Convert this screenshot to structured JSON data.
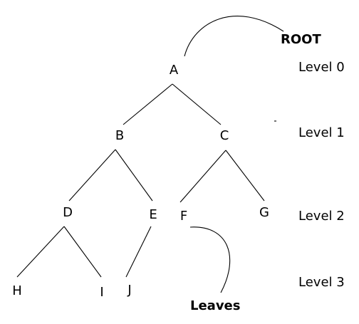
{
  "nodes": {
    "a": "A",
    "b": "B",
    "c": "C",
    "d": "D",
    "e": "E",
    "f": "F",
    "g": "G",
    "h": "H",
    "i": "I",
    "j": "J"
  },
  "levels": [
    "Level 0",
    "Level 1",
    "Level 2",
    "Level 3"
  ],
  "callouts": {
    "root": "ROOT",
    "leaves": "Leaves"
  },
  "colors": {
    "stroke": "#000000",
    "text": "#000000",
    "background": "#ffffff"
  }
}
